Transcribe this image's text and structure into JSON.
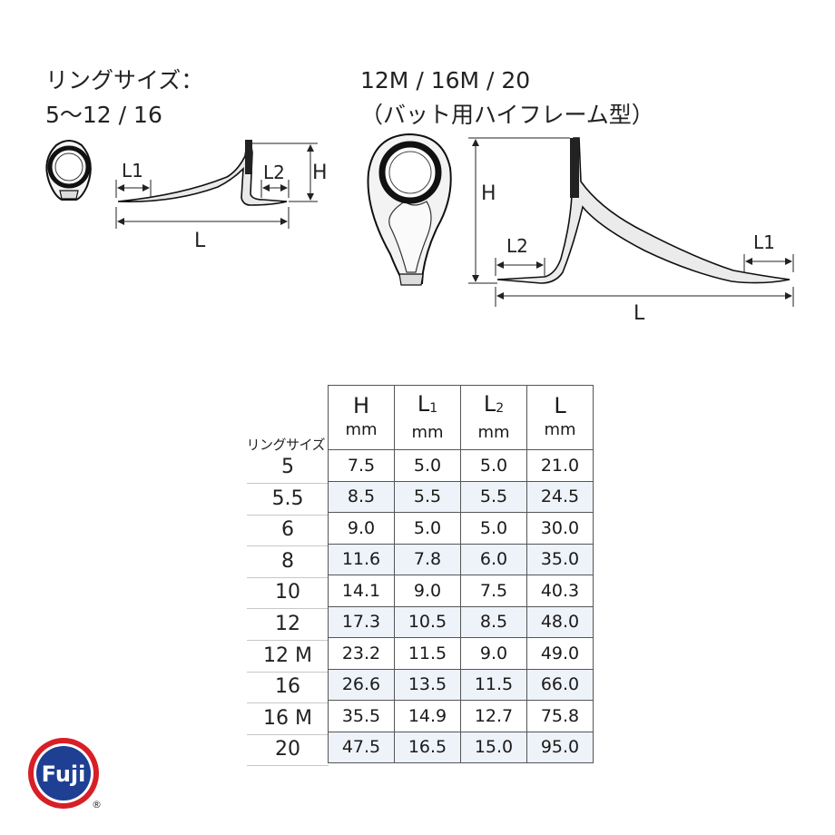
{
  "captions": {
    "left": [
      "リングサイズ：",
      "5〜12 / 16"
    ],
    "right": [
      "12M / 16M / 20",
      "（バット用ハイフレーム型）"
    ]
  },
  "dimensions": {
    "small": {
      "l1": "L1",
      "l2": "L2",
      "h": "H",
      "l": "L"
    },
    "large": {
      "h": "H",
      "l2": "L2",
      "l1": "L1",
      "l": "L"
    }
  },
  "table": {
    "ring_size_label": "リングサイズ",
    "columns": [
      {
        "symbol": "H",
        "sub": "",
        "unit": "mm"
      },
      {
        "symbol": "L",
        "sub": "1",
        "unit": "mm"
      },
      {
        "symbol": "L",
        "sub": "2",
        "unit": "mm"
      },
      {
        "symbol": "L",
        "sub": "",
        "unit": "mm"
      }
    ],
    "rows": [
      {
        "size": "5",
        "values": [
          "7.5",
          "5.0",
          "5.0",
          "21.0"
        ]
      },
      {
        "size": "5.5",
        "values": [
          "8.5",
          "5.5",
          "5.5",
          "24.5"
        ]
      },
      {
        "size": "6",
        "values": [
          "9.0",
          "5.0",
          "5.0",
          "30.0"
        ]
      },
      {
        "size": "8",
        "values": [
          "11.6",
          "7.8",
          "6.0",
          "35.0"
        ]
      },
      {
        "size": "10",
        "values": [
          "14.1",
          "9.0",
          "7.5",
          "40.3"
        ]
      },
      {
        "size": "12",
        "values": [
          "17.3",
          "10.5",
          "8.5",
          "48.0"
        ]
      },
      {
        "size": "12 M",
        "values": [
          "23.2",
          "11.5",
          "9.0",
          "49.0"
        ]
      },
      {
        "size": "16",
        "values": [
          "26.6",
          "13.5",
          "11.5",
          "66.0"
        ]
      },
      {
        "size": "16 M",
        "values": [
          "35.5",
          "14.9",
          "12.7",
          "75.8"
        ]
      },
      {
        "size": "20",
        "values": [
          "47.5",
          "16.5",
          "15.0",
          "95.0"
        ]
      }
    ]
  },
  "logo": {
    "text": "Fuji",
    "mark": "®"
  },
  "colors": {
    "logo_red": "#d81f26",
    "logo_blue": "#1f3f93",
    "row_alt": "#eef2f9"
  }
}
